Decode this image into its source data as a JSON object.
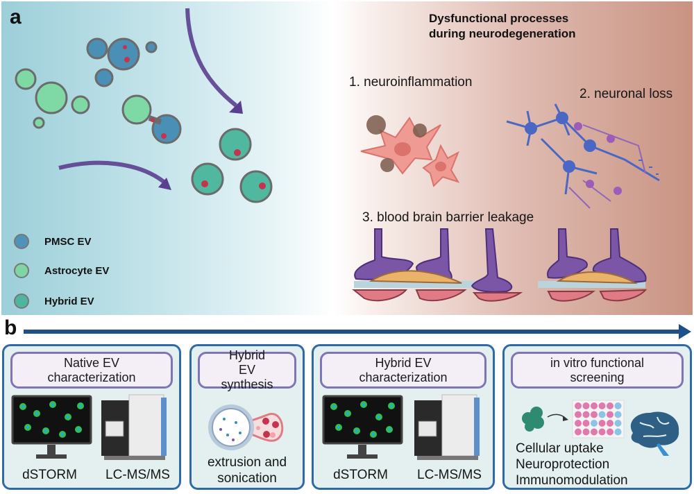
{
  "panel_a": {
    "label": "a",
    "title_line1": "Dysfunctional processes",
    "title_line2": "during neurodegeneration",
    "processes": [
      {
        "label": "1.  neuroinflammation"
      },
      {
        "label": "2. neuronal loss"
      },
      {
        "label": "3. blood brain barrier leakage"
      }
    ],
    "legend": [
      {
        "label": "PMSC EV",
        "color": "#4f93b8"
      },
      {
        "label": "Astrocyte EV",
        "color": "#7fd6a3"
      },
      {
        "label": "Hybrid EV",
        "color": "#4fb59e"
      }
    ]
  },
  "panel_b": {
    "label": "b",
    "steps": [
      {
        "title": "Native EV characterization",
        "captions": [
          "dSTORM",
          "LC-MS/MS"
        ]
      },
      {
        "title": "Hybrid EV synthesis",
        "captions": [
          "extrusion and sonication"
        ]
      },
      {
        "title": "Hybrid EV characterization",
        "captions": [
          "dSTORM",
          "LC-MS/MS"
        ]
      },
      {
        "title": "in vitro functional screening",
        "captions": [
          "Cellular uptake",
          "Neuroprotection",
          "Immunomodulation"
        ]
      }
    ]
  },
  "colors": {
    "timeline": "#1d4f8a",
    "box_border": "#2e6aa8",
    "header_border": "#7f74b5",
    "arrow": "#5b3f8f"
  }
}
